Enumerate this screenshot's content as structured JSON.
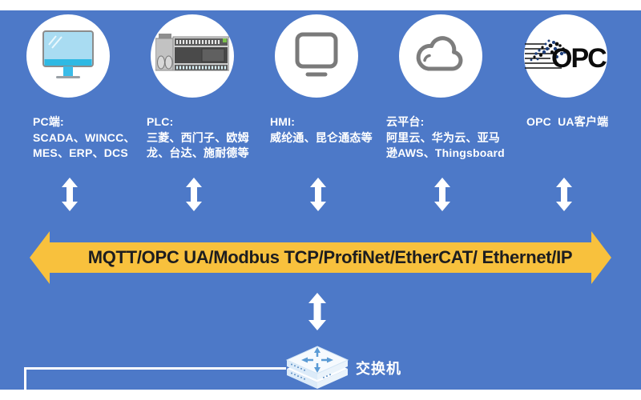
{
  "colors": {
    "background_blue": "#4d79c8",
    "bus_orange": "#f8c13d",
    "bus_text": "#1d1d1f",
    "arrow_white": "#ffffff"
  },
  "nodes": [
    {
      "icon": "pc-monitor-icon",
      "label": "PC端:\nSCADA、WINCC、\nMES、ERP、DCS"
    },
    {
      "icon": "plc-controller-icon",
      "label": "PLC:\n三菱、西门子、欧姆\n龙、台达、施耐德等"
    },
    {
      "icon": "hmi-panel-icon",
      "label": "HMI:\n威纶通、昆仑通态等"
    },
    {
      "icon": "cloud-icon",
      "label": "云平台:\n阿里云、华为云、亚马\n逊AWS、Thingsboard"
    },
    {
      "icon": "opc-foundation-logo",
      "label": "OPC  UA客户端"
    }
  ],
  "bus": {
    "label": "MQTT/OPC UA/Modbus TCP/ProfiNet/EtherCAT/ Ethernet/IP"
  },
  "switch": {
    "label": "交换机"
  }
}
